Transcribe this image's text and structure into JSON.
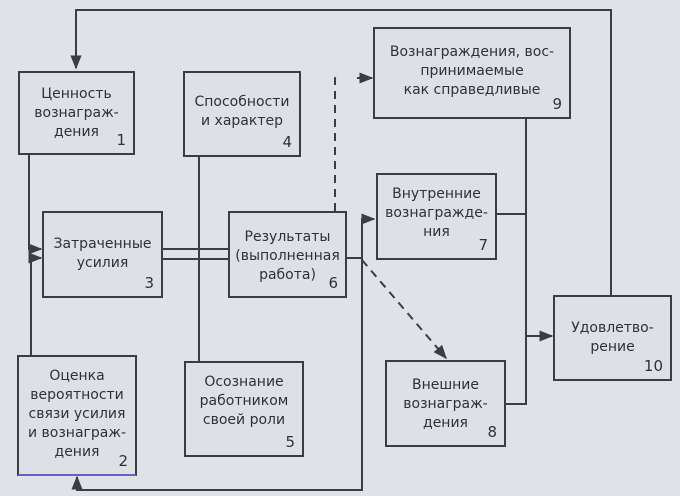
{
  "diagram": {
    "colors": {
      "line": "#3a3d42",
      "text": "#2e3136",
      "background": "#dfe3e8"
    },
    "boxes": [
      {
        "id": "1",
        "label": "Ценность\nвознаграж-\nдения",
        "number": "1"
      },
      {
        "id": "2",
        "label": "Оценка\nвероятности\nсвязи усилия\nи вознаграж-\nдения",
        "number": "2"
      },
      {
        "id": "3",
        "label": "Затраченные\nусилия",
        "number": "3"
      },
      {
        "id": "4",
        "label": "Способности\nи характер",
        "number": "4"
      },
      {
        "id": "5",
        "label": "Осознание\nработником\nсвоей роли",
        "number": "5"
      },
      {
        "id": "6",
        "label": "Результаты\n(выполненная\nработа)",
        "number": "6"
      },
      {
        "id": "7",
        "label": "Внутренние\nвознагражде-\nния",
        "number": "7"
      },
      {
        "id": "8",
        "label": "Внешние\nвознаграж-\nдения",
        "number": "8"
      },
      {
        "id": "9",
        "label": "Вознаграждения, вос-\nпринимаемые\nкак справедливые",
        "number": "9"
      },
      {
        "id": "10",
        "label": "Удовлетво-\nрение",
        "number": "10"
      }
    ],
    "connections": [
      {
        "from": "1",
        "to": "3",
        "style": "solid"
      },
      {
        "from": "2",
        "to": "3",
        "style": "solid"
      },
      {
        "from": "3",
        "to": "6",
        "style": "double"
      },
      {
        "from": "4",
        "to": "6",
        "style": "solid"
      },
      {
        "from": "5",
        "to": "6",
        "style": "solid"
      },
      {
        "from": "6",
        "to": "7",
        "style": "solid"
      },
      {
        "from": "6",
        "to": "8",
        "style": "dashed"
      },
      {
        "from": "6",
        "to": "9",
        "style": "dashed"
      },
      {
        "from": "6",
        "to": "2",
        "style": "solid"
      },
      {
        "from": "7",
        "to": "10",
        "style": "solid"
      },
      {
        "from": "8",
        "to": "10",
        "style": "solid"
      },
      {
        "from": "9",
        "to": "10",
        "style": "solid"
      },
      {
        "from": "10",
        "to": "1",
        "style": "solid"
      }
    ]
  }
}
